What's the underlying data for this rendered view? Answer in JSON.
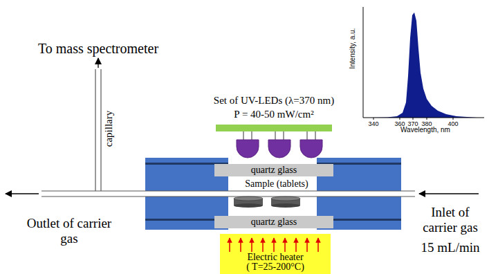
{
  "diagram": {
    "nodes": [
      {
        "text": [
          "quartz glass"
        ]
      },
      {
        "text": [
          "quartz glass"
        ]
      },
      {
        "text": [
          "Electric heater",
          "( T=25-200°C)"
        ]
      }
    ],
    "labels": [
      "To mass spectrometer",
      "capillary",
      "Set of UV-LEDs (λ=370 nm)",
      "P = 40-50 mW/cm²",
      "Sample (tablets)",
      "Outlet of carrier gas",
      "Inlet of carrier gas",
      "15 mL/min",
      "Intensity, a.u.",
      "Wavelength, nm",
      "340",
      "360",
      "370",
      "380",
      "400"
    ]
  }
}
